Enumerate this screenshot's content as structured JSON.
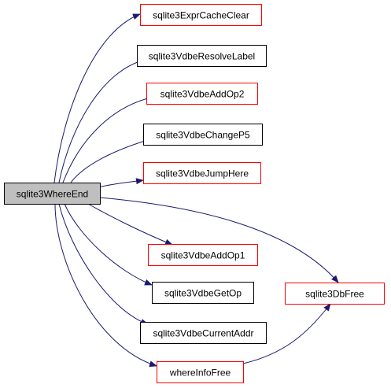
{
  "graph": {
    "nodes": [
      {
        "id": "root",
        "label": "sqlite3WhereEnd",
        "style": "root"
      },
      {
        "id": "n1",
        "label": "sqlite3ExprCacheClear",
        "style": "linked"
      },
      {
        "id": "n2",
        "label": "sqlite3VdbeResolveLabel",
        "style": "plain"
      },
      {
        "id": "n3",
        "label": "sqlite3VdbeAddOp2",
        "style": "linked"
      },
      {
        "id": "n4",
        "label": "sqlite3VdbeChangeP5",
        "style": "plain"
      },
      {
        "id": "n5",
        "label": "sqlite3VdbeJumpHere",
        "style": "linked"
      },
      {
        "id": "n6",
        "label": "sqlite3VdbeAddOp1",
        "style": "linked"
      },
      {
        "id": "n7",
        "label": "sqlite3VdbeGetOp",
        "style": "plain"
      },
      {
        "id": "n8",
        "label": "sqlite3VdbeCurrentAddr",
        "style": "plain"
      },
      {
        "id": "n9",
        "label": "whereInfoFree",
        "style": "linked"
      },
      {
        "id": "n10",
        "label": "sqlite3DbFree",
        "style": "linked"
      }
    ],
    "edges": [
      [
        "root",
        "n1"
      ],
      [
        "root",
        "n2"
      ],
      [
        "root",
        "n3"
      ],
      [
        "root",
        "n4"
      ],
      [
        "root",
        "n5"
      ],
      [
        "root",
        "n6"
      ],
      [
        "root",
        "n7"
      ],
      [
        "root",
        "n8"
      ],
      [
        "root",
        "n9"
      ],
      [
        "root",
        "n10"
      ],
      [
        "n9",
        "n10"
      ]
    ],
    "colors": {
      "root_fill": "#bfbfbf",
      "linked_border": "#ff0000",
      "plain_border": "#000000",
      "edge": "#191970"
    }
  }
}
